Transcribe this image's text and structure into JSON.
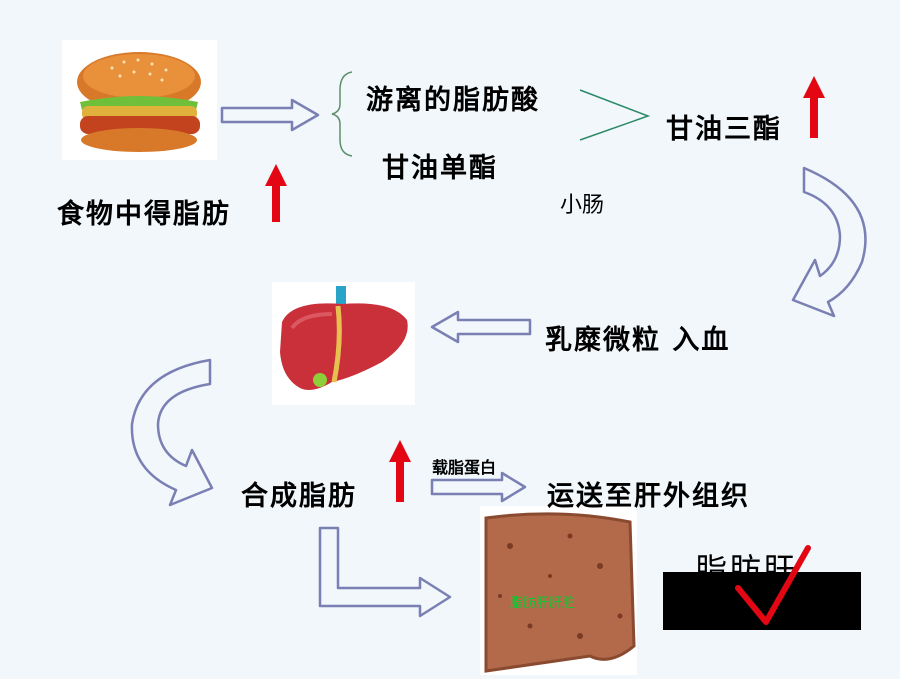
{
  "nodes": {
    "food_fat": "食物中得脂肪",
    "free_fatty_acid": "游离的脂肪酸",
    "monoglyceride": "甘油单酯",
    "triglyceride": "甘油三酯",
    "small_intestine": "小肠",
    "chylomicron": "乳糜微粒 入血",
    "synthesize_fat": "合成脂肪",
    "apolipoprotein": "载脂蛋白",
    "transport": "运送至肝外组织",
    "fatty_liver": "脂肪肝"
  },
  "image_labels": {
    "fatty_liver_tag": "脂肪肝肝脏"
  },
  "icons": [
    "burger-image",
    "liver-image",
    "fatty-liver-image",
    "up-arrow-icon",
    "check-icon",
    "curved-arrow-icon",
    "hollow-arrow-icon"
  ],
  "colors": {
    "background": "#f1f7fb",
    "red_arrow": "#e30613",
    "hollow_arrow_stroke": "#7a7fb4",
    "check": "#e30613"
  }
}
